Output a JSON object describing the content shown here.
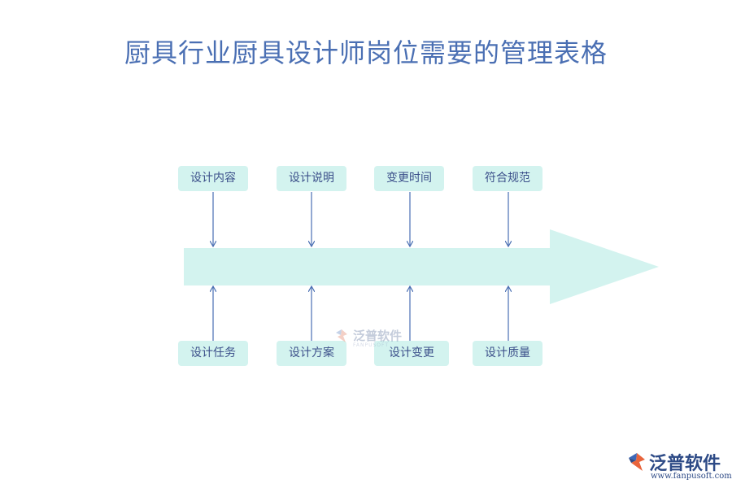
{
  "title": "厨具行业厨具设计师岗位需要的管理表格",
  "top_items": [
    "设计内容",
    "设计说明",
    "变更时间",
    "符合规范"
  ],
  "bottom_items": [
    "设计任务",
    "设计方案",
    "设计变更",
    "设计质量"
  ],
  "watermark": {
    "text": "泛普软件",
    "sub": "FANPUSOFT"
  },
  "logo": {
    "name": "泛普软件",
    "url": "www.fanpusoft.com"
  },
  "colors": {
    "title": "#4a6fb3",
    "box_fill": "#d3f3ef",
    "box_text": "#3b4f8a",
    "arrow_fill": "#d3f3ef",
    "connector": "#4a6fb3"
  }
}
